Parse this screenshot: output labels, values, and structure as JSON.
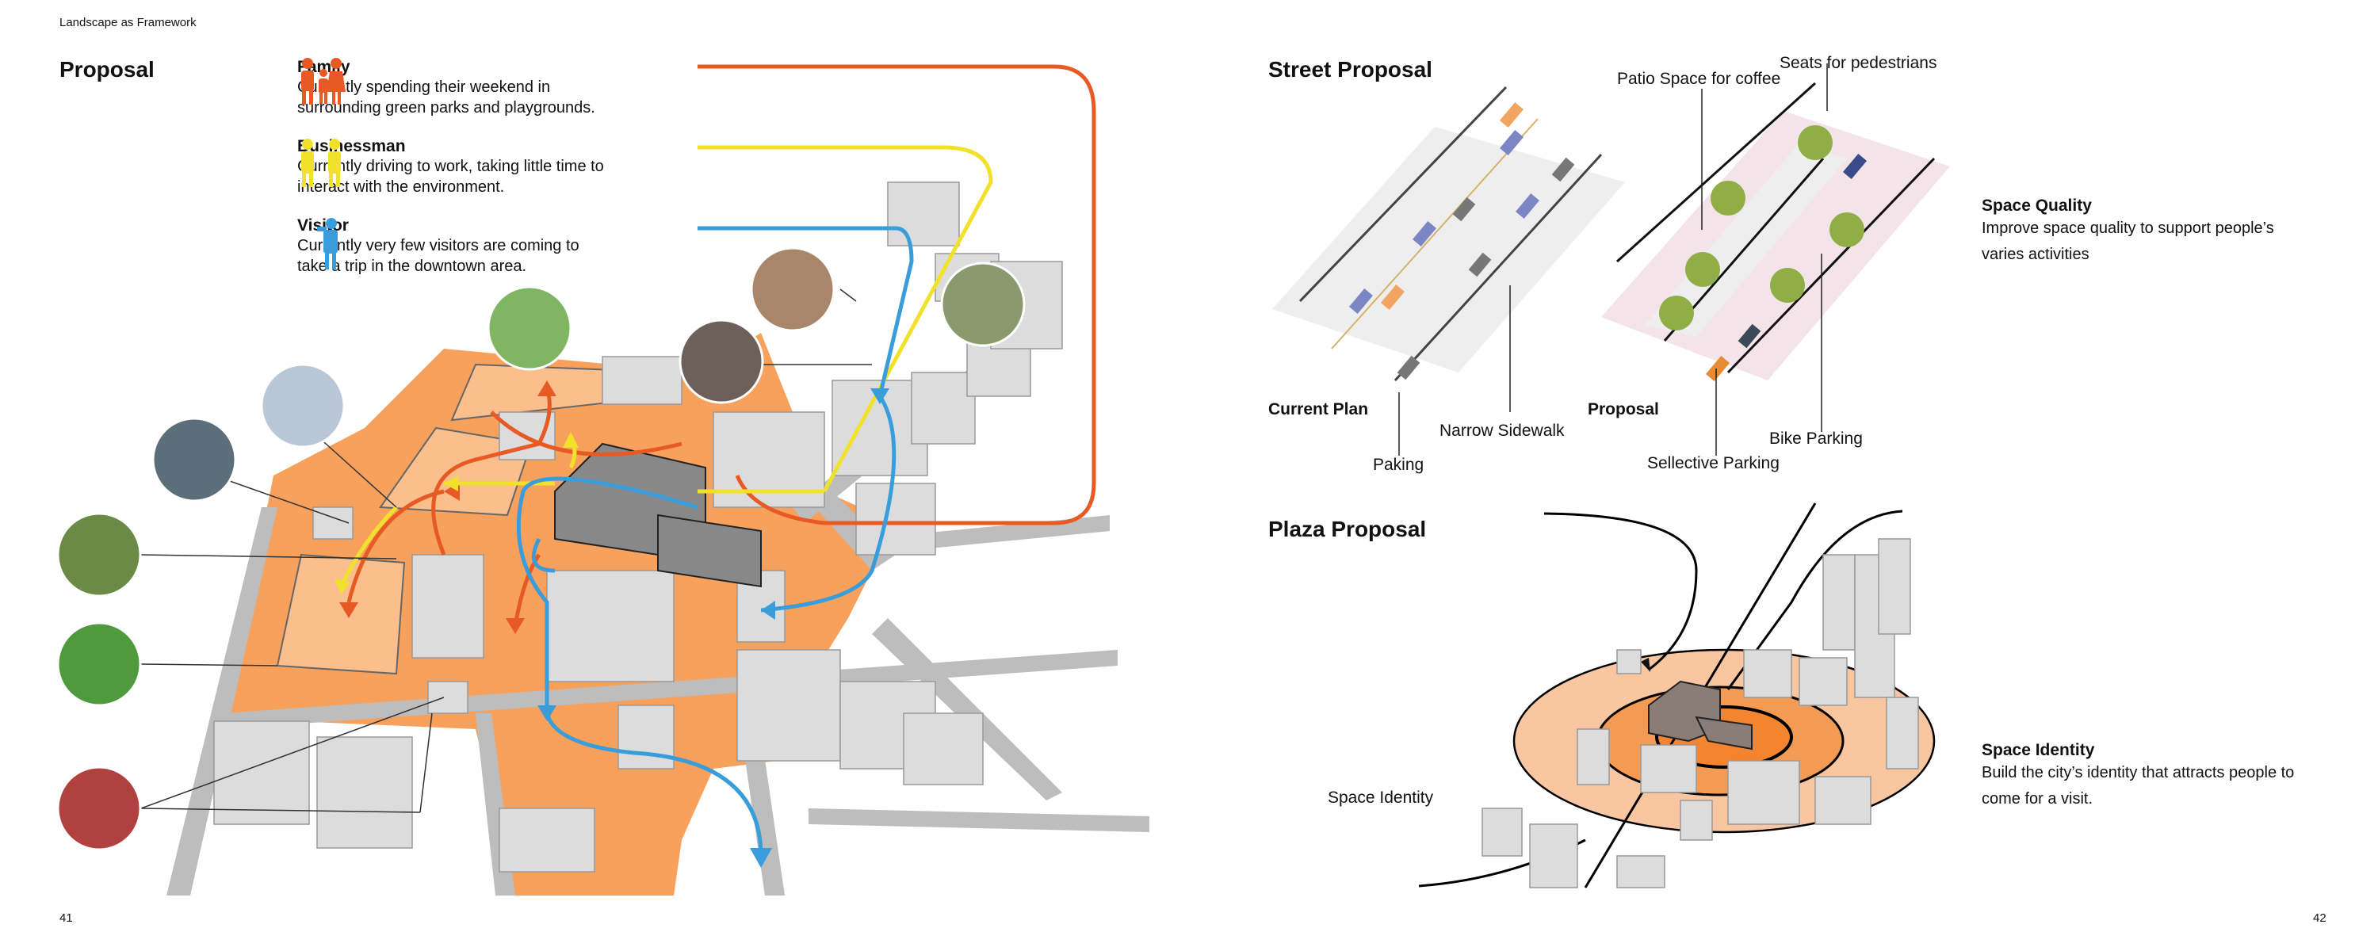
{
  "header": {
    "section": "Landscape as Framework"
  },
  "left_page": {
    "title": "Proposal",
    "page_number": "41",
    "personas": [
      {
        "name": "Family",
        "description_line1": "Currently spending their weekend in",
        "description_line2": "surrounding green parks and playgrounds.",
        "color": "#e85a24",
        "icon": "family-icon"
      },
      {
        "name": "Businessman",
        "description_line1": "Currently driving to work, taking little time to",
        "description_line2": "interact with the environment.",
        "color": "#f2e12b",
        "icon": "businessman-icon"
      },
      {
        "name": "Visitor",
        "description_line1": "Currently very few visitors are coming to",
        "description_line2": "take a trip in the downtown area.",
        "color": "#3a9ddb",
        "icon": "visitor-icon"
      }
    ]
  },
  "right_page": {
    "page_number": "42",
    "street": {
      "title": "Street Proposal",
      "current_plan_label": "Current Plan",
      "proposal_label": "Proposal",
      "labels": {
        "paking": "Paking",
        "narrow_sidewalk": "Narrow Sidewalk",
        "patio": "Patio Space for coffee",
        "seats": "Seats for pedestrians",
        "selective_parking": "Sellective Parking",
        "bike_parking": "Bike Parking"
      }
    },
    "plaza": {
      "title": "Plaza Proposal",
      "space_identity_label": "Space Identity"
    },
    "space_quality": {
      "title": "Space Quality",
      "line1": "Improve space quality to support people’s",
      "line2": "varies activities"
    },
    "space_identity": {
      "title": "Space Identity",
      "line1": "Build the city’s identity that attracts people to",
      "line2": "come for a visit."
    }
  },
  "colors": {
    "orange": "#f7a15c",
    "family": "#e85a24",
    "businessman": "#f2e12b",
    "visitor": "#3a9ddb",
    "road": "#b7b7b7"
  }
}
